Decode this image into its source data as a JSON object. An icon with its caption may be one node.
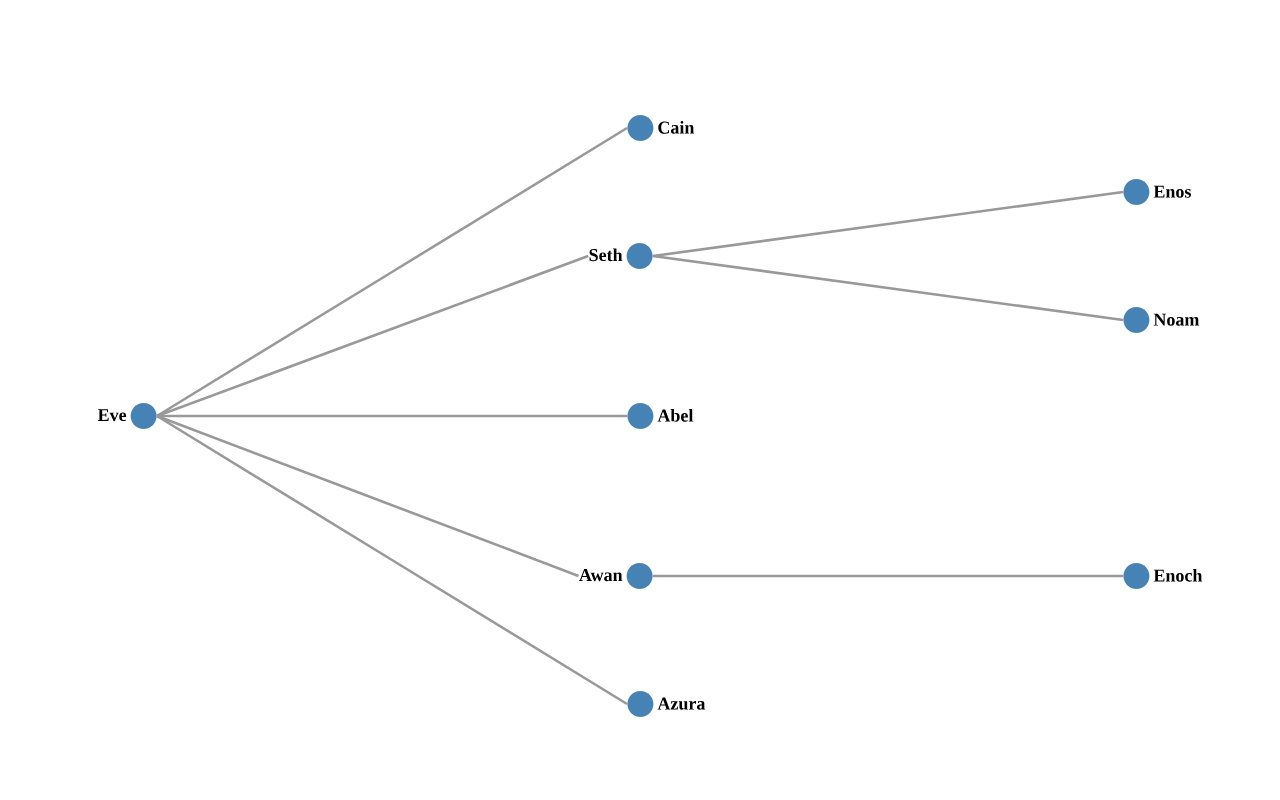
{
  "diagram": {
    "nodes": [
      {
        "text": [
          "Eve"
        ]
      },
      {
        "text": [
          "Cain"
        ]
      },
      {
        "text": [
          "Seth"
        ]
      },
      {
        "text": [
          "Abel"
        ]
      },
      {
        "text": [
          "Awan"
        ]
      },
      {
        "text": [
          "Azura"
        ]
      },
      {
        "text": [
          "Enos"
        ]
      },
      {
        "text": [
          "Noam"
        ]
      },
      {
        "text": [
          "Enoch"
        ]
      }
    ],
    "edges": [
      {
        "from": 0,
        "to": 1,
        "arrow": "none"
      },
      {
        "from": 0,
        "to": 2,
        "arrow": "none"
      },
      {
        "from": 0,
        "to": 3,
        "arrow": "none"
      },
      {
        "from": 0,
        "to": 4,
        "arrow": "none"
      },
      {
        "from": 0,
        "to": 5,
        "arrow": "none"
      },
      {
        "from": 2,
        "to": 6,
        "arrow": "none"
      },
      {
        "from": 2,
        "to": 7,
        "arrow": "none"
      },
      {
        "from": 4,
        "to": 8,
        "arrow": "none"
      }
    ]
  }
}
